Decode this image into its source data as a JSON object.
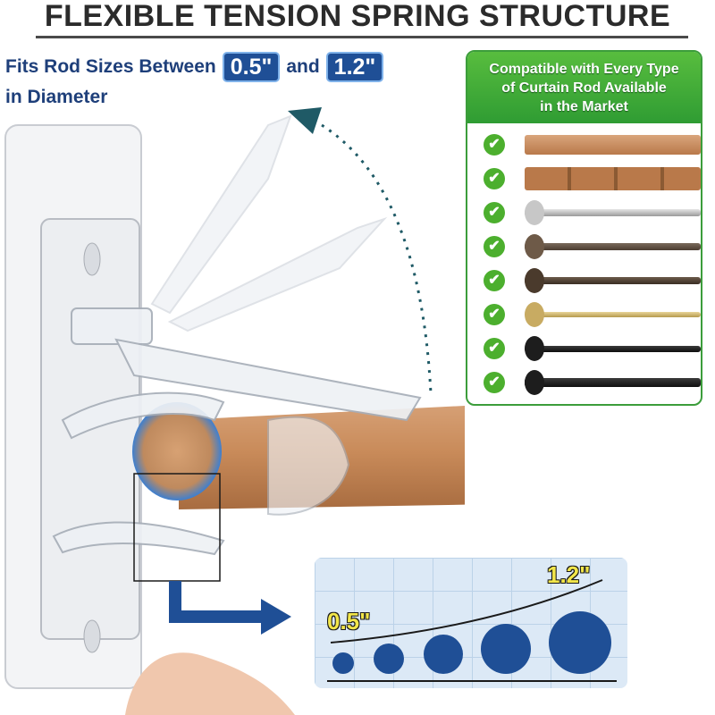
{
  "title": "FLEXIBLE TENSION SPRING STRUCTURE",
  "fits": {
    "line1_prefix": "Fits Rod Sizes Between",
    "min_size": "0.5\"",
    "connector": "and",
    "max_size": "1.2\"",
    "line2": "in Diameter"
  },
  "compat_panel": {
    "heading_line1": "Compatible with Every Type",
    "heading_line2": "of Curtain Rod Available",
    "heading_line3": "in the Market",
    "rods": [
      {
        "icon": "check-icon",
        "style": "wood-plain"
      },
      {
        "icon": "check-icon",
        "style": "wood-bamboo"
      },
      {
        "icon": "check-icon",
        "style": "brushed-nickel-urn"
      },
      {
        "icon": "check-icon",
        "style": "bronze-ball"
      },
      {
        "icon": "check-icon",
        "style": "bronze-lattice-ball"
      },
      {
        "icon": "check-icon",
        "style": "gold-slim"
      },
      {
        "icon": "check-icon",
        "style": "black-cage-ball"
      },
      {
        "icon": "check-icon",
        "style": "black-square-finial"
      }
    ],
    "colors": {
      "accent": "#3c9d3b",
      "check": "#4caf2e"
    }
  },
  "size_graph": {
    "small_label": "0.5\"",
    "large_label": "1.2\"",
    "circle_count": 5
  },
  "colors": {
    "title": "#2b2b2b",
    "brand_blue": "#1f4f96",
    "wood": "#c98b5a"
  }
}
